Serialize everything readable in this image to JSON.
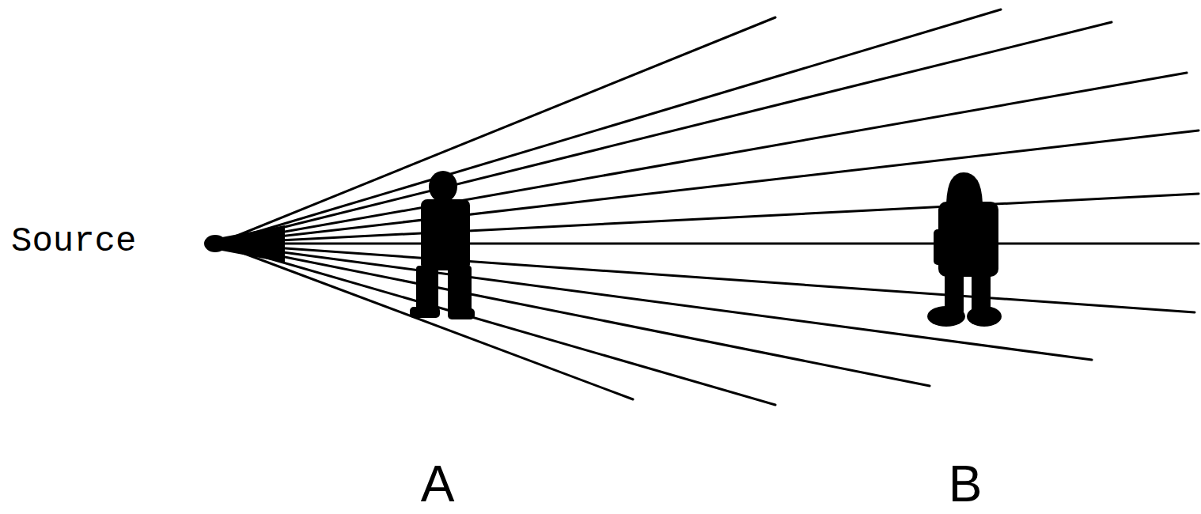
{
  "diagram": {
    "labels": [
      "Source",
      "A",
      "B"
    ]
  }
}
